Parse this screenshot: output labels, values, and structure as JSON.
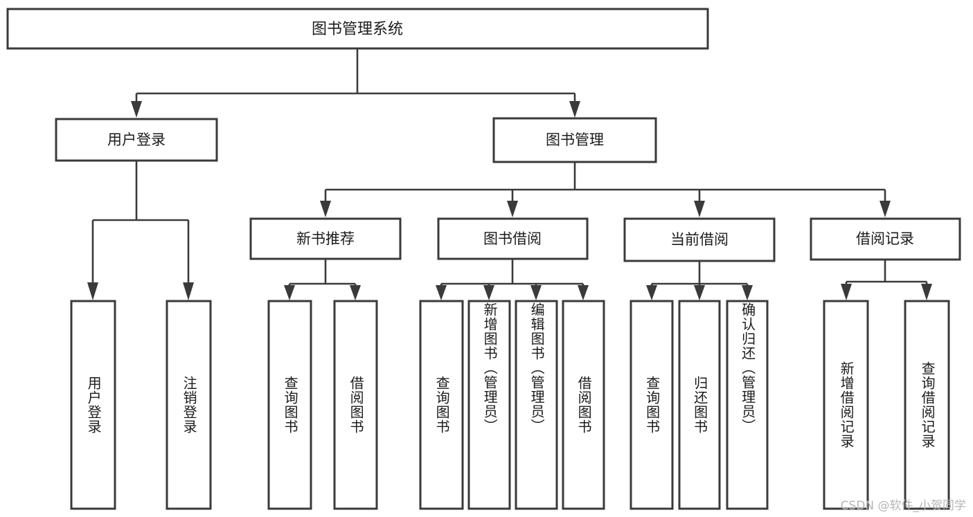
{
  "diagram": {
    "type": "tree",
    "title": "图书管理系统",
    "root": {
      "id": "root",
      "label": "图书管理系统",
      "orientation": "horizontal"
    },
    "level1": [
      {
        "id": "user-login",
        "label": "用户登录",
        "orientation": "horizontal"
      },
      {
        "id": "book-manage",
        "label": "图书管理",
        "orientation": "horizontal"
      }
    ],
    "level2": [
      {
        "id": "new-book-recommend",
        "label": "新书推荐",
        "orientation": "horizontal",
        "parent": "book-manage"
      },
      {
        "id": "book-borrow",
        "label": "图书借阅",
        "orientation": "horizontal",
        "parent": "book-manage"
      },
      {
        "id": "current-borrow",
        "label": "当前借阅",
        "orientation": "horizontal",
        "parent": "book-manage"
      },
      {
        "id": "borrow-record",
        "label": "借阅记录",
        "orientation": "horizontal",
        "parent": "book-manage"
      }
    ],
    "leaves": [
      {
        "id": "leaf-user-login",
        "label": "用户登录",
        "orientation": "vertical",
        "parent": "user-login"
      },
      {
        "id": "leaf-user-logout",
        "label": "注销登录",
        "orientation": "vertical",
        "parent": "user-login"
      },
      {
        "id": "leaf-query-book-1",
        "label": "查询图书",
        "orientation": "vertical",
        "parent": "new-book-recommend"
      },
      {
        "id": "leaf-borrow-book-1",
        "label": "借阅图书",
        "orientation": "vertical",
        "parent": "new-book-recommend"
      },
      {
        "id": "leaf-query-book-2",
        "label": "查询图书",
        "orientation": "vertical",
        "parent": "book-borrow"
      },
      {
        "id": "leaf-add-book",
        "label": "新增图书（管理员）",
        "orientation": "vertical",
        "parent": "book-borrow"
      },
      {
        "id": "leaf-edit-book",
        "label": "编辑图书（管理员）",
        "orientation": "vertical",
        "parent": "book-borrow"
      },
      {
        "id": "leaf-borrow-book-2",
        "label": "借阅图书",
        "orientation": "vertical",
        "parent": "book-borrow"
      },
      {
        "id": "leaf-query-book-3",
        "label": "查询图书",
        "orientation": "vertical",
        "parent": "current-borrow"
      },
      {
        "id": "leaf-return-book",
        "label": "归还图书",
        "orientation": "vertical",
        "parent": "current-borrow"
      },
      {
        "id": "leaf-confirm-return",
        "label": "确认归还（管理员）",
        "orientation": "vertical",
        "parent": "current-borrow"
      },
      {
        "id": "leaf-add-record",
        "label": "新增借阅记录",
        "orientation": "vertical",
        "parent": "borrow-record"
      },
      {
        "id": "leaf-query-record",
        "label": "查询借阅记录",
        "orientation": "vertical",
        "parent": "borrow-record"
      }
    ]
  },
  "watermark": {
    "text": "CSDN @软件_小贺同学"
  },
  "colors": {
    "box_stroke": "#3a3a3a",
    "box_fill": "#ffffff",
    "text": "#1b1b1b",
    "watermark": "#b6b6b6",
    "background": "#ffffff"
  }
}
